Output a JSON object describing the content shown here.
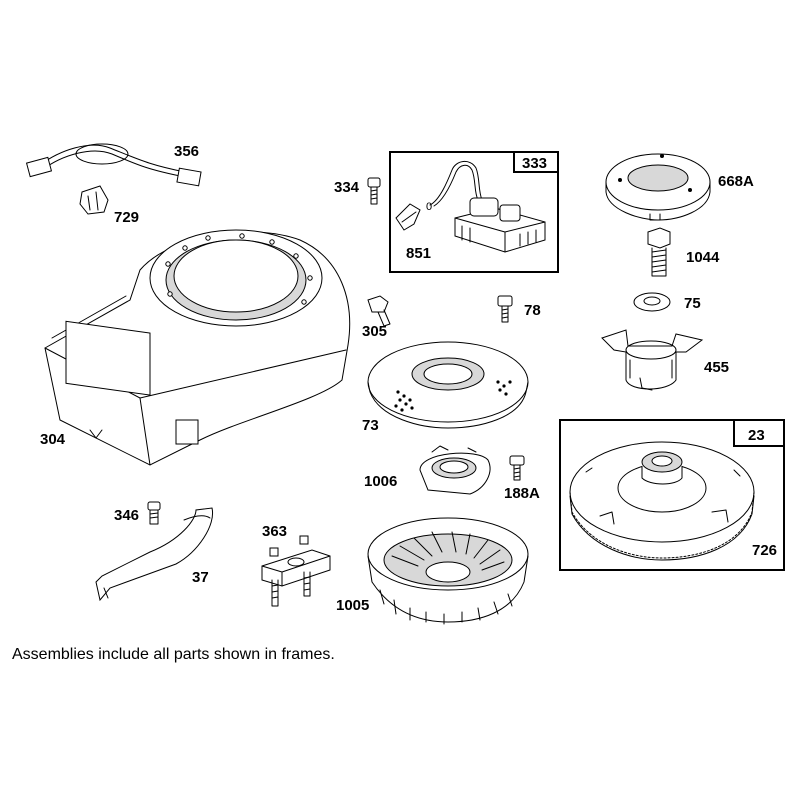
{
  "labels": {
    "p356": "356",
    "p729": "729",
    "p334": "334",
    "p333": "333",
    "p851": "851",
    "p668a": "668A",
    "p1044": "1044",
    "p75": "75",
    "p455": "455",
    "p305": "305",
    "p78": "78",
    "p304": "304",
    "p73": "73",
    "p23": "23",
    "p1006": "1006",
    "p188a": "188A",
    "p346": "346",
    "p363": "363",
    "p37": "37",
    "p1005": "1005",
    "p726": "726"
  },
  "footnote": "Assemblies include all parts shown in frames."
}
